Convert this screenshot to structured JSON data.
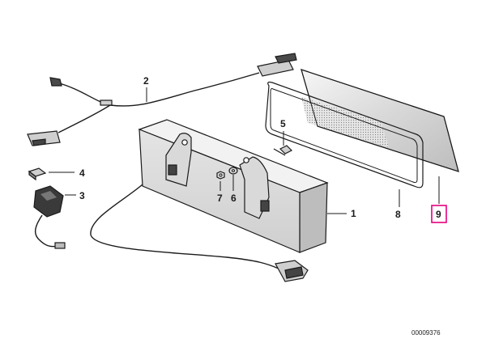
{
  "diagram": {
    "callouts": [
      {
        "id": "1",
        "label": "1"
      },
      {
        "id": "2",
        "label": "2"
      },
      {
        "id": "3",
        "label": "3"
      },
      {
        "id": "4",
        "label": "4"
      },
      {
        "id": "5",
        "label": "5"
      },
      {
        "id": "6",
        "label": "6"
      },
      {
        "id": "7",
        "label": "7"
      },
      {
        "id": "8",
        "label": "8"
      },
      {
        "id": "9",
        "label": "9"
      }
    ],
    "highlighted_callout": "9",
    "highlight_color": "#e6007e",
    "diagram_code": "00009376"
  }
}
